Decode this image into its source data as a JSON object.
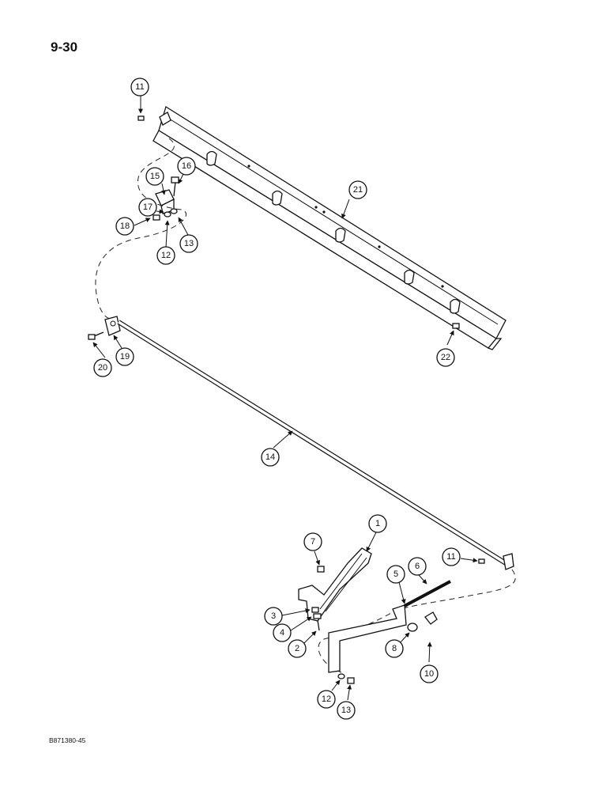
{
  "page": {
    "number": "9-30",
    "figure_code": "B871380-45"
  },
  "callouts": {
    "c1": "1",
    "c2": "2",
    "c3": "3",
    "c4": "4",
    "c5": "5",
    "c6": "6",
    "c7": "7",
    "c8": "8",
    "c10": "10",
    "c11_top": "11",
    "c11_bottom": "11",
    "c12_top": "12",
    "c12_bottom": "12",
    "c13_top": "13",
    "c13_bottom": "13",
    "c14": "14",
    "c15": "15",
    "c16": "16",
    "c17": "17",
    "c18": "18",
    "c19": "19",
    "c20": "20",
    "c21": "21",
    "c22": "22"
  }
}
